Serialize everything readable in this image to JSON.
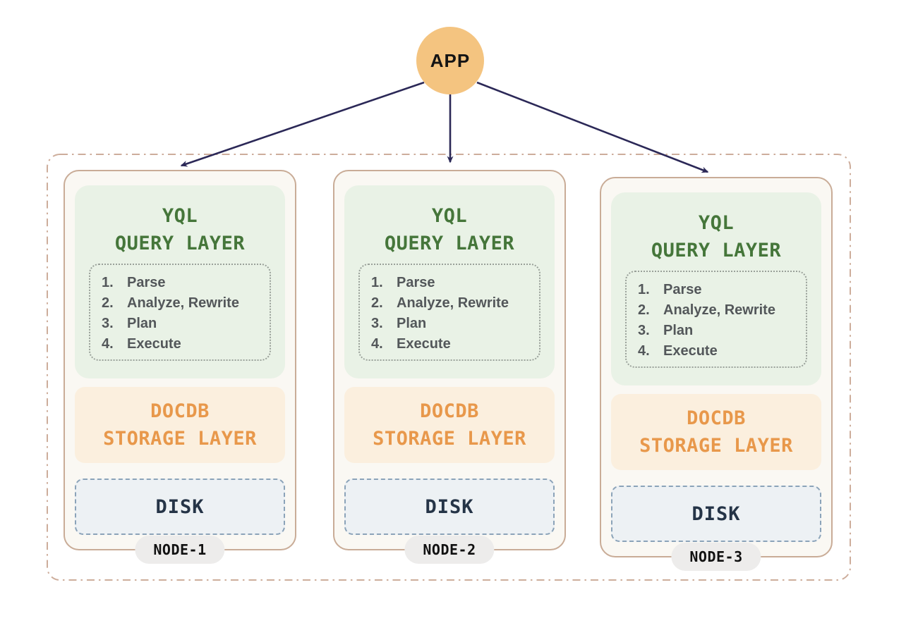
{
  "app": {
    "label": "APP"
  },
  "cluster": {
    "nodes": [
      {
        "name": "NODE-1",
        "query_layer": {
          "title_line1": "YQL",
          "title_line2": "QUERY LAYER",
          "steps": [
            {
              "num": "1.",
              "label": "Parse"
            },
            {
              "num": "2.",
              "label": "Analyze, Rewrite"
            },
            {
              "num": "3.",
              "label": "Plan"
            },
            {
              "num": "4.",
              "label": "Execute"
            }
          ]
        },
        "storage_layer": {
          "title_line1": "DOCDB",
          "title_line2": "STORAGE LAYER"
        },
        "disk": {
          "label": "DISK"
        }
      },
      {
        "name": "NODE-2",
        "query_layer": {
          "title_line1": "YQL",
          "title_line2": "QUERY LAYER",
          "steps": [
            {
              "num": "1.",
              "label": "Parse"
            },
            {
              "num": "2.",
              "label": "Analyze, Rewrite"
            },
            {
              "num": "3.",
              "label": "Plan"
            },
            {
              "num": "4.",
              "label": "Execute"
            }
          ]
        },
        "storage_layer": {
          "title_line1": "DOCDB",
          "title_line2": "STORAGE LAYER"
        },
        "disk": {
          "label": "DISK"
        }
      },
      {
        "name": "NODE-3",
        "query_layer": {
          "title_line1": "YQL",
          "title_line2": "QUERY LAYER",
          "steps": [
            {
              "num": "1.",
              "label": "Parse"
            },
            {
              "num": "2.",
              "label": "Analyze, Rewrite"
            },
            {
              "num": "3.",
              "label": "Plan"
            },
            {
              "num": "4.",
              "label": "Execute"
            }
          ]
        },
        "storage_layer": {
          "title_line1": "DOCDB",
          "title_line2": "STORAGE LAYER"
        },
        "disk": {
          "label": "DISK"
        }
      }
    ]
  },
  "colors": {
    "app_circle": "#F4C480",
    "arrow": "#2B2857",
    "cluster_border": "#CDAD9B",
    "node_border": "#C9AC97",
    "node_bg": "#FAF8F3",
    "query_layer_bg": "#E9F2E6",
    "query_layer_text": "#45763A",
    "steps_border": "#99A099",
    "steps_text": "#53575A",
    "storage_layer_bg": "#FBEFDE",
    "storage_layer_text": "#E8984B",
    "disk_bg": "#EDF1F4",
    "disk_border": "#8BA3B9",
    "disk_text": "#253447",
    "node_pill_bg": "#EDECEB",
    "node_pill_text": "#111111"
  }
}
